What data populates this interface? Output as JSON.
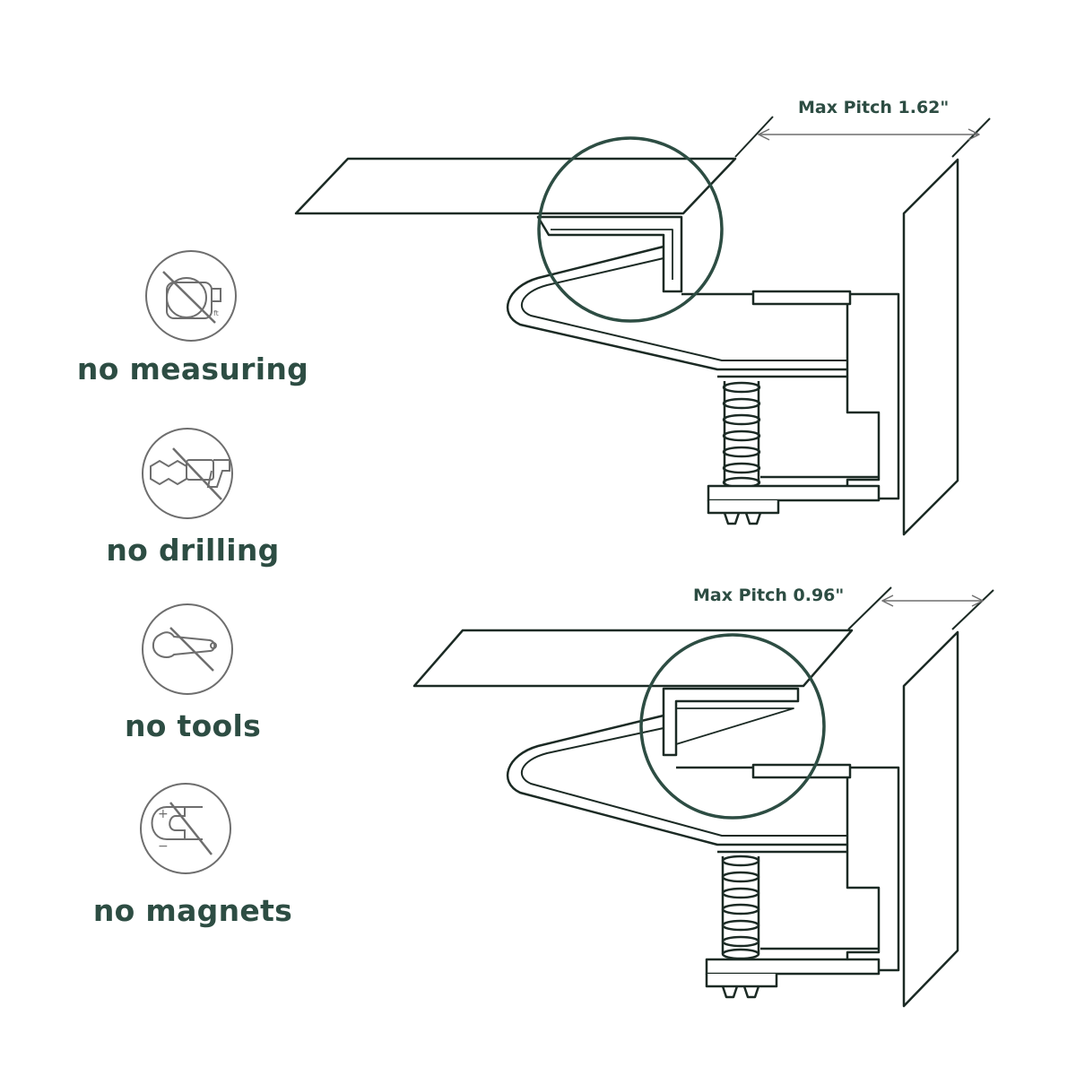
{
  "features": [
    {
      "icon": "tape-measure-crossed-icon",
      "label": "no measuring"
    },
    {
      "icon": "drill-crossed-icon",
      "label": "no drilling"
    },
    {
      "icon": "wrench-crossed-icon",
      "label": "no tools"
    },
    {
      "icon": "magnet-crossed-icon",
      "label": "no magnets"
    }
  ],
  "diagrams": [
    {
      "pitch_label": "Max Pitch 1.62\""
    },
    {
      "pitch_label": "Max Pitch 0.96\""
    }
  ],
  "colors": {
    "ink": "#1b2a24",
    "accent_green": "#2d4d43",
    "icon_gray": "#6e6e6e"
  }
}
